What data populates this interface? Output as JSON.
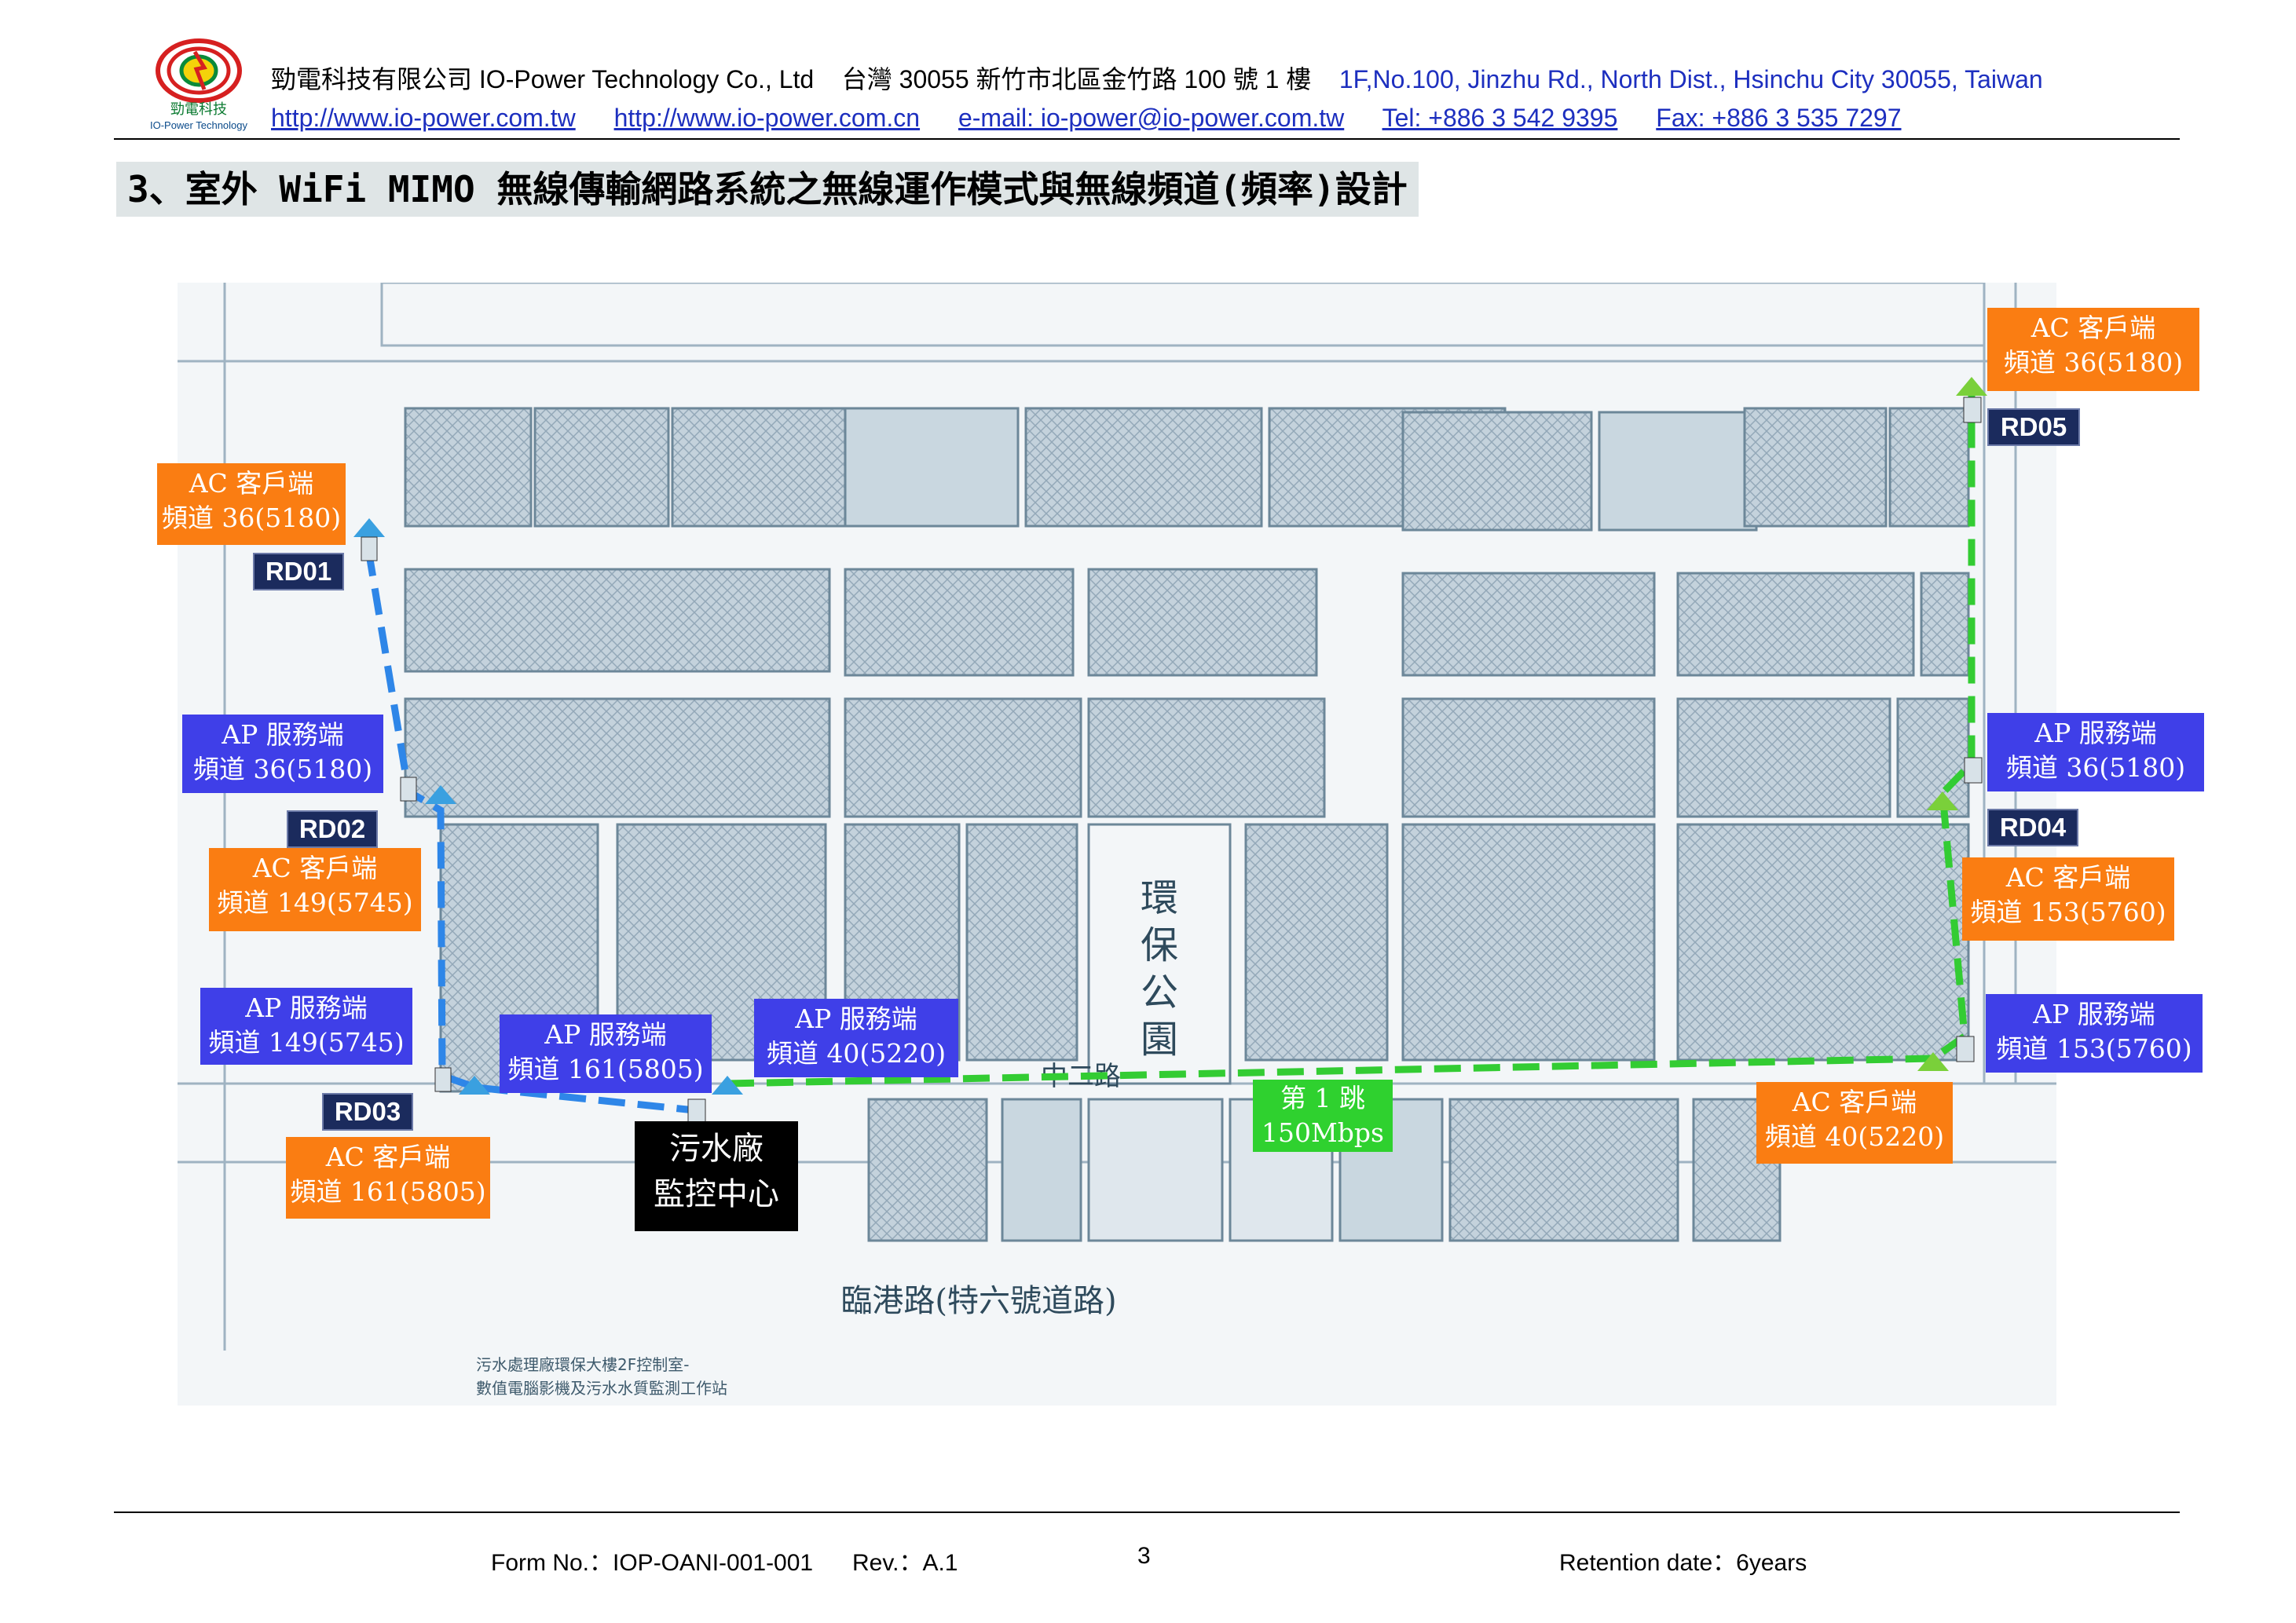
{
  "header": {
    "company_zh": "勁電科技有限公司",
    "company_en": "IO-Power Technology Co., Ltd",
    "address_zh": "台灣 30055 新竹市北區金竹路 100 號 1 樓",
    "address_en": "1F,No.100, Jinzhu Rd., North Dist., Hsinchu City 30055, Taiwan",
    "url_tw": "http://www.io-power.com.tw",
    "url_cn": "http://www.io-power.com.cn",
    "email": "e-mail: io-power@io-power.com.tw",
    "tel": "Tel: +886 3 542 9395",
    "fax": "Fax: +886 3 535 7297",
    "logo_text_zh": "勁電科技",
    "logo_text_en": "IO-Power Technology"
  },
  "title": "3、室外 WiFi MIMO 無線傳輸網路系統之無線運作模式與無線頻道(頻率)設計",
  "map": {
    "road_label": "臨港路(特六號道路)",
    "road_label_mid": "中二路",
    "park_label_1": "環",
    "park_label_2": "保",
    "park_label_3": "公",
    "park_label_4": "園",
    "footnote_1": "污水處理廠環保大樓2F控制室-",
    "footnote_2": "數值電腦影機及污水水質監測工作站"
  },
  "labels": {
    "rd01_ac": {
      "l1": "AC 客戶端",
      "l2": "頻道 36(5180)"
    },
    "rd02_ap": {
      "l1": "AP 服務端",
      "l2": "頻道 36(5180)"
    },
    "rd02_ac": {
      "l1": "AC 客戶端",
      "l2": "頻道 149(5745)"
    },
    "rd03_ap": {
      "l1": "AP 服務端",
      "l2": "頻道 149(5745)"
    },
    "rd03_ac": {
      "l1": "AC 客戶端",
      "l2": "頻道 161(5805)"
    },
    "center_ap161": {
      "l1": "AP 服務端",
      "l2": "頻道 161(5805)"
    },
    "center_ap40": {
      "l1": "AP 服務端",
      "l2": "頻道 40(5220)"
    },
    "center": {
      "l1": "污水廠",
      "l2": "監控中心"
    },
    "hop": {
      "l1": "第 1 跳",
      "l2": "150Mbps"
    },
    "rd05_ac": {
      "l1": "AC 客戶端",
      "l2": "頻道 36(5180)"
    },
    "rd04_ap": {
      "l1": "AP 服務端",
      "l2": "頻道 36(5180)"
    },
    "rd04_ac": {
      "l1": "AC 客戶端",
      "l2": "頻道 153(5760)"
    },
    "right_ap153": {
      "l1": "AP 服務端",
      "l2": "頻道 153(5760)"
    },
    "right_ac40": {
      "l1": "AC 客戶端",
      "l2": "頻道 40(5220)"
    }
  },
  "nodes": {
    "rd01": "RD01",
    "rd02": "RD02",
    "rd03": "RD03",
    "rd04": "RD04",
    "rd05": "RD05"
  },
  "colors": {
    "orange": "#fa7d12",
    "blue": "#3f3fe8",
    "green_link": "#33cc33",
    "blue_link": "#2e86e8",
    "rd_label": "#1b2b5d"
  },
  "footer": {
    "form_no": "Form No.：IOP-OANI-001-001",
    "rev": "Rev.：A.1",
    "page": "3",
    "retention": "Retention date：6years"
  }
}
